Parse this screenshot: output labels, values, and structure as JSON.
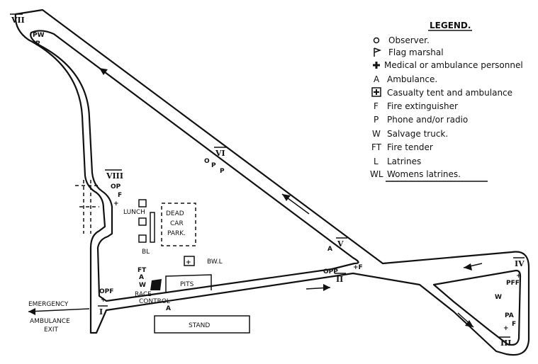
{
  "legend": {
    "title": "LEGEND.",
    "items": [
      {
        "symbol": "O",
        "text": "Observer."
      },
      {
        "symbol": "flag",
        "text": "Flag marshal"
      },
      {
        "symbol": "+",
        "text": "Medical or ambulance personnel"
      },
      {
        "symbol": "A",
        "text": "Ambulance."
      },
      {
        "symbol": "boxed-cross",
        "text": "Casualty tent and ambulance"
      },
      {
        "symbol": "F",
        "text": "Fire extinguisher"
      },
      {
        "symbol": "P",
        "text": "Phone and/or radio"
      },
      {
        "symbol": "W",
        "text": "Salvage truck."
      },
      {
        "symbol": "FT",
        "text": "Fire tender"
      },
      {
        "symbol": "L",
        "text": "Latrines"
      },
      {
        "symbol": "WL",
        "text": "Womens latrines."
      }
    ]
  },
  "posts": {
    "p1": "I",
    "p2": "II",
    "p3": "III",
    "p4": "IV",
    "p5": "V",
    "p6": "VI",
    "p7": "VII",
    "p8": "VIII"
  },
  "codes": {
    "vii": "PW",
    "vii_b": "P",
    "vi": "PP",
    "viii": "OP",
    "viii_b": "F",
    "v": "A",
    "ii": "OPP",
    "iv": "PFF",
    "iii_w": "W",
    "iii": "PA",
    "iii_b": "F",
    "i": "OPF",
    "ft": "FT",
    "ft_a": "A",
    "ft_w": "W"
  },
  "labels": {
    "lunch": "LUNCH",
    "dead_car_park": [
      "DEAD",
      "CAR",
      "PARK."
    ],
    "bl": "BL",
    "bwl": "BW.L",
    "race_control": [
      "RACE",
      "CONTROL"
    ],
    "pits": "PITS",
    "stand": "STAND",
    "emergency": [
      "EMERGENCY",
      "AMBULANCE",
      "EXIT"
    ]
  }
}
